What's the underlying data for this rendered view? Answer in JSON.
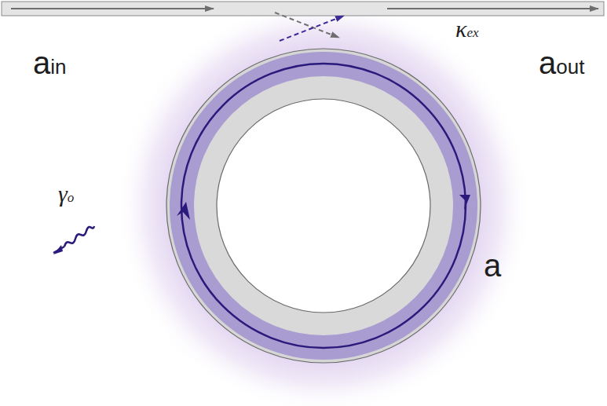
{
  "diagram": {
    "labels": [
      "ain",
      "aout",
      "κex",
      "γo",
      "a"
    ]
  }
}
